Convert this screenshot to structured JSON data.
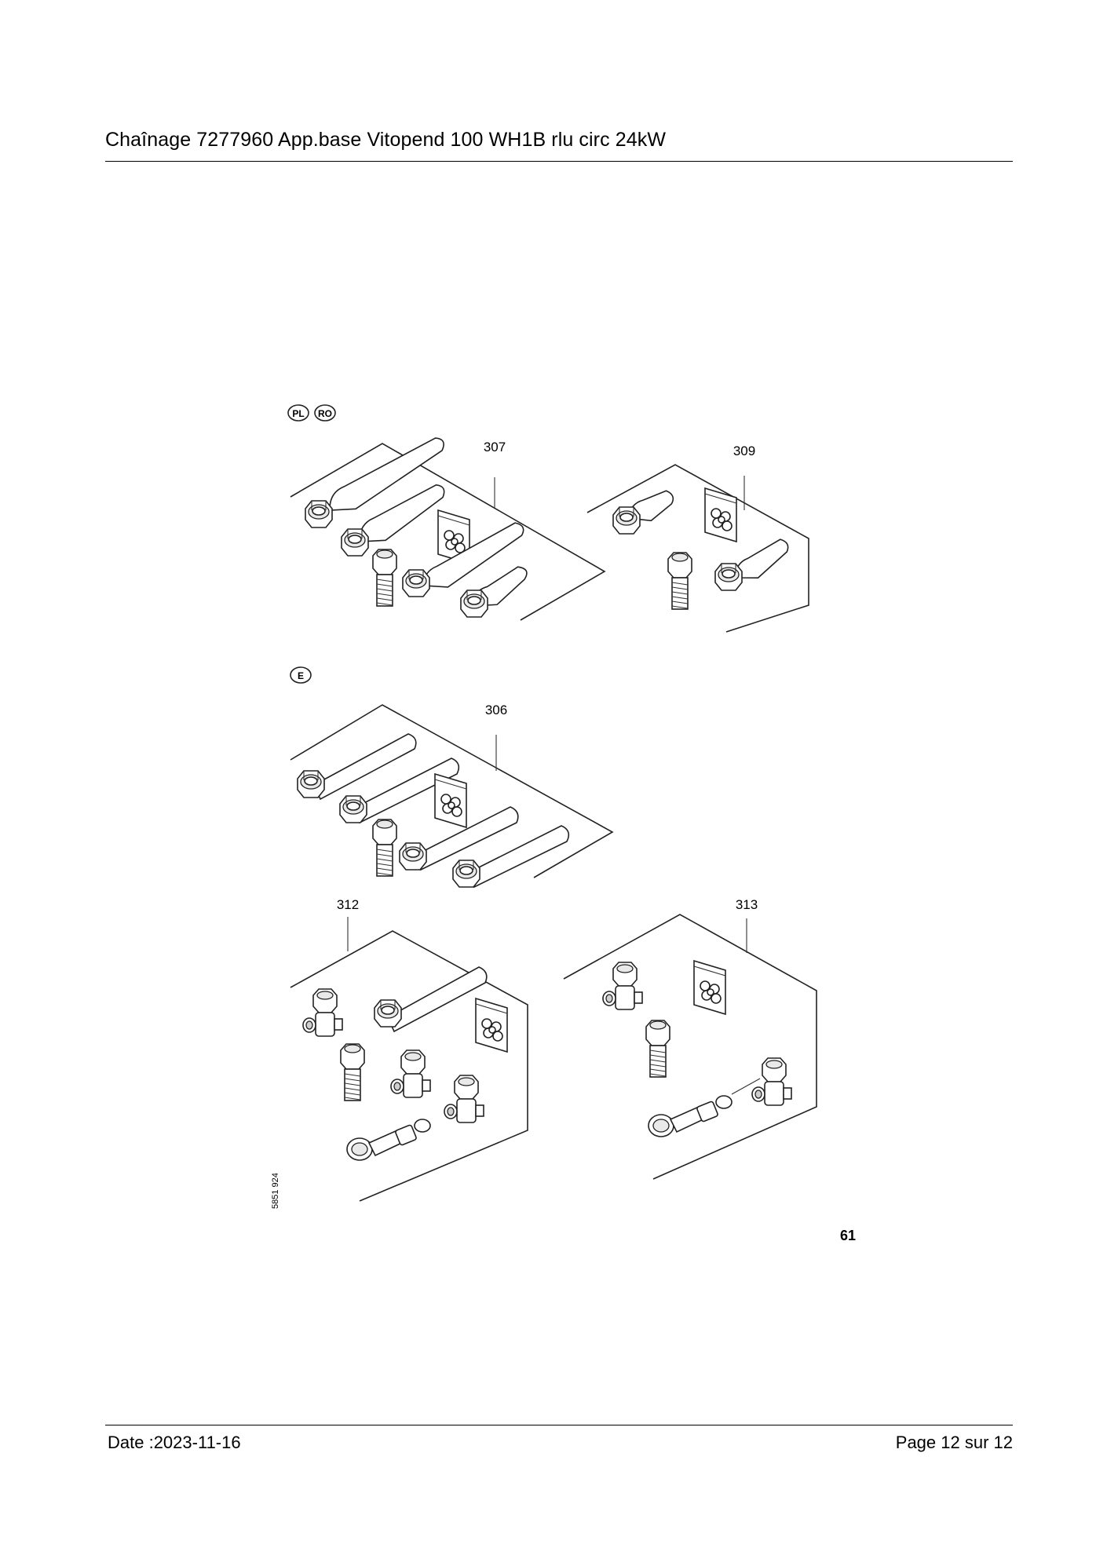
{
  "header": {
    "title": "Chaînage 7277960 App.base Vitopend 100 WH1B rlu circ 24kW"
  },
  "figure": {
    "country_badges_top": [
      "PL",
      "RO"
    ],
    "country_badge_middle": "E",
    "callouts": {
      "c307": "307",
      "c309": "309",
      "c306": "306",
      "c312": "312",
      "c313": "313"
    },
    "drawing_code": "5851 924",
    "figure_number": "61"
  },
  "footer": {
    "date": "Date :2023-11-16",
    "page": "Page 12 sur  12"
  }
}
